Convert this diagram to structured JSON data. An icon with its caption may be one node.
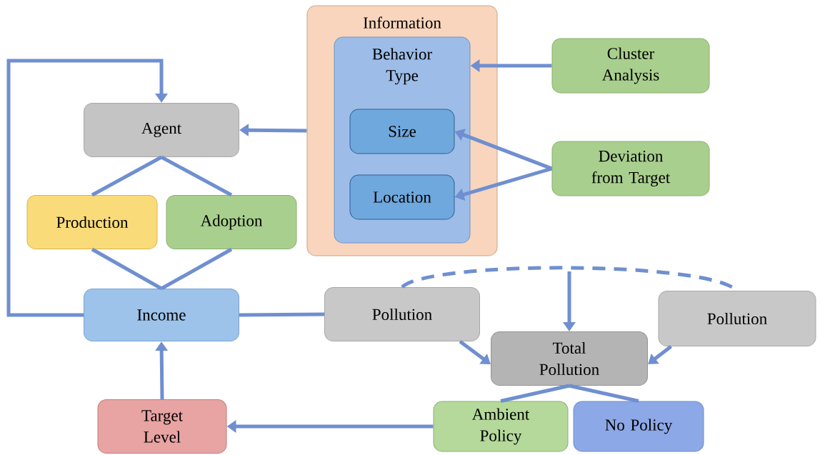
{
  "diagram": {
    "nodes": [
      {
        "text": [
          "Information"
        ]
      },
      {
        "text": [
          "Behavior Type"
        ],
        "in": 0
      },
      {
        "text": [
          "Size"
        ],
        "in": 1
      },
      {
        "text": [
          "Location"
        ],
        "in": 1
      },
      {
        "text": [
          "Cluster Analysis"
        ]
      },
      {
        "text": [
          "Deviation from Target"
        ]
      },
      {
        "text": [
          "Agent"
        ]
      },
      {
        "text": [
          "Production"
        ]
      },
      {
        "text": [
          "Adoption"
        ]
      },
      {
        "text": [
          "Income"
        ]
      },
      {
        "text": [
          "Pollution"
        ]
      },
      {
        "text": [
          "Pollution"
        ]
      },
      {
        "text": [
          "Total Pollution"
        ]
      },
      {
        "text": [
          "Ambient Policy"
        ]
      },
      {
        "text": [
          "No Policy"
        ]
      },
      {
        "text": [
          "Target Level"
        ]
      }
    ],
    "edges": [
      {
        "from": 4,
        "to": 1,
        "arrow": "to"
      },
      {
        "from": 5,
        "to": 2,
        "arrow": "to"
      },
      {
        "from": 5,
        "to": 3,
        "arrow": "to"
      },
      {
        "from": 0,
        "to": 6,
        "arrow": "to"
      },
      {
        "from": 6,
        "to": 7,
        "arrow": "none"
      },
      {
        "from": 6,
        "to": 8,
        "arrow": "none"
      },
      {
        "from": 7,
        "to": 9,
        "arrow": "none"
      },
      {
        "from": 8,
        "to": 9,
        "arrow": "none"
      },
      {
        "from": 9,
        "to": 6,
        "arrow": "to"
      },
      {
        "from": 9,
        "to": 10,
        "arrow": "none"
      },
      {
        "from": 10,
        "to": 12,
        "arrow": "to"
      },
      {
        "from": 11,
        "to": 12,
        "arrow": "to"
      },
      {
        "from": 10,
        "to": 11,
        "arrow": "none",
        "style": "dashed"
      },
      {
        "from": null,
        "to": 12,
        "arrow": "to"
      },
      {
        "from": 12,
        "to": 13,
        "arrow": "none"
      },
      {
        "from": 12,
        "to": 14,
        "arrow": "none"
      },
      {
        "from": 13,
        "to": 15,
        "arrow": "to"
      },
      {
        "from": 15,
        "to": 9,
        "arrow": "to"
      }
    ]
  }
}
